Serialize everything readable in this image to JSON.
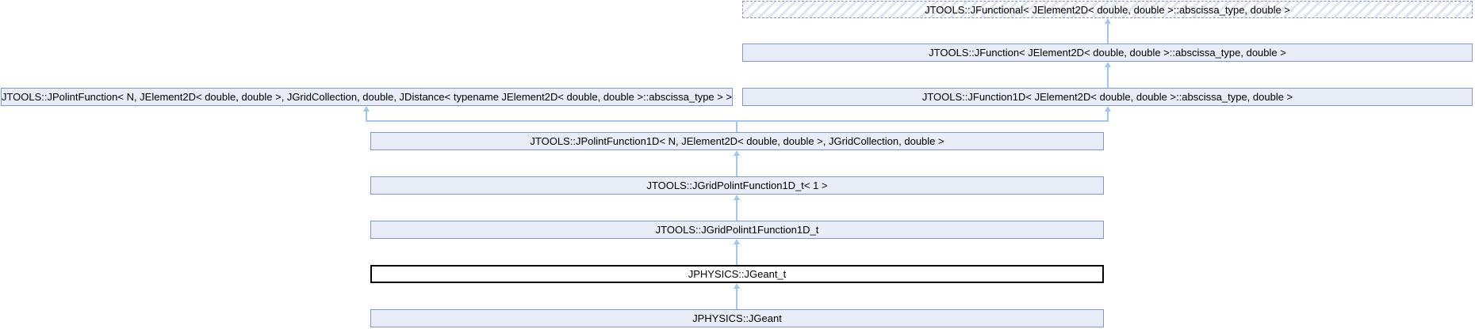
{
  "diagram": {
    "type": "class-inheritance-graph",
    "nodes": [
      {
        "id": "jfunctional",
        "label": "JTOOLS::JFunctional< JElement2D< double, double >::abscissa_type, double >",
        "style": "dashed-hatched"
      },
      {
        "id": "jfunction",
        "label": "JTOOLS::JFunction< JElement2D< double, double >::abscissa_type, double >",
        "style": "normal"
      },
      {
        "id": "jpolintfunction",
        "label": "JTOOLS::JPolintFunction< N, JElement2D< double, double >, JGridCollection, double, JDistance< typename JElement2D< double, double >::abscissa_type > >",
        "style": "normal"
      },
      {
        "id": "jfunction1d",
        "label": "JTOOLS::JFunction1D< JElement2D< double, double >::abscissa_type, double >",
        "style": "normal"
      },
      {
        "id": "jpolintfunction1d",
        "label": "JTOOLS::JPolintFunction1D< N, JElement2D< double, double >, JGridCollection, double >",
        "style": "normal"
      },
      {
        "id": "jgridpolintfunction1d_t",
        "label": "JTOOLS::JGridPolintFunction1D_t< 1 >",
        "style": "normal"
      },
      {
        "id": "jgridpolint1function1d_t",
        "label": "JTOOLS::JGridPolint1Function1D_t",
        "style": "normal"
      },
      {
        "id": "jgeant_t",
        "label": "JPHYSICS::JGeant_t",
        "style": "current-class"
      },
      {
        "id": "jgeant",
        "label": "JPHYSICS::JGeant",
        "style": "normal"
      }
    ],
    "edges": [
      {
        "from": "jfunction",
        "to": "jfunctional"
      },
      {
        "from": "jfunction1d",
        "to": "jfunction"
      },
      {
        "from": "jpolintfunction1d",
        "to": "jpolintfunction"
      },
      {
        "from": "jpolintfunction1d",
        "to": "jfunction1d"
      },
      {
        "from": "jgridpolintfunction1d_t",
        "to": "jpolintfunction1d"
      },
      {
        "from": "jgridpolint1function1d_t",
        "to": "jgridpolintfunction1d_t"
      },
      {
        "from": "jgeant_t",
        "to": "jgridpolint1function1d_t"
      },
      {
        "from": "jgeant",
        "to": "jgeant_t"
      }
    ],
    "colors": {
      "node_fill": "#e8edf8",
      "node_border": "#8596c8",
      "current_node_border": "#000000",
      "current_node_fill": "#ffffff",
      "hatch_stripe": "#dde4f1",
      "arrow": "#a2c7e8",
      "text": "#000000",
      "background": "#ffffff"
    }
  }
}
